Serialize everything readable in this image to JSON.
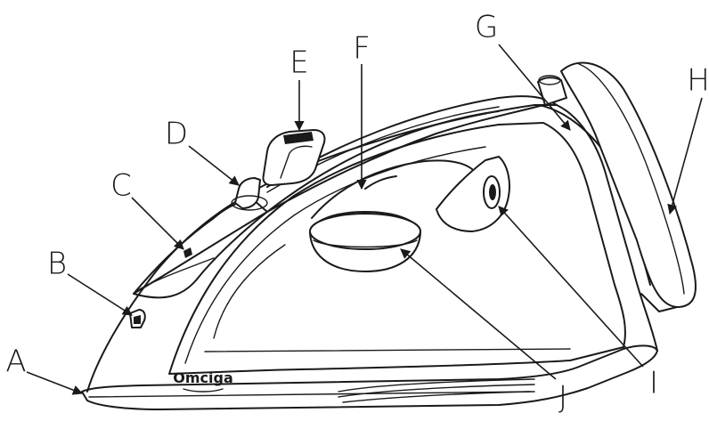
{
  "brand_text": "Omciga",
  "callouts": [
    {
      "id": "A",
      "label": "A"
    },
    {
      "id": "B",
      "label": "B"
    },
    {
      "id": "C",
      "label": "C"
    },
    {
      "id": "D",
      "label": "D"
    },
    {
      "id": "E",
      "label": "E"
    },
    {
      "id": "F",
      "label": "F"
    },
    {
      "id": "G",
      "label": "G"
    },
    {
      "id": "H",
      "label": "H"
    },
    {
      "id": "I",
      "label": "I"
    },
    {
      "id": "J",
      "label": "J"
    }
  ]
}
